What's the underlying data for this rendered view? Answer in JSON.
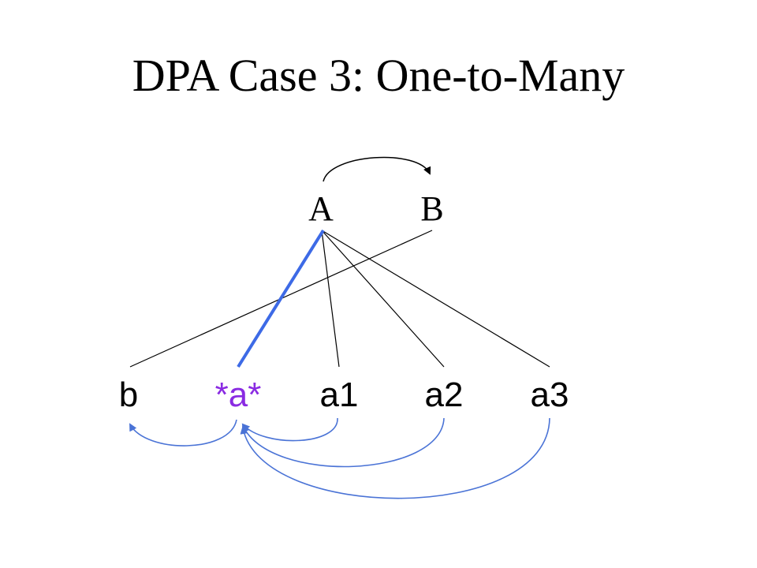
{
  "title": "DPA Case 3:  One-to-Many",
  "nodes": {
    "upper_A": "A",
    "upper_B": "B",
    "lower_b": "b",
    "lower_a_star": "*a*",
    "lower_a1": "a1",
    "lower_a2": "a2",
    "lower_a3": "a3"
  },
  "colors": {
    "text": "#000000",
    "highlight_text": "#8a2be2",
    "highlight_link": "#3d6ae6",
    "lower_arrows": "#4a73d6",
    "thin_lines": "#000000"
  }
}
